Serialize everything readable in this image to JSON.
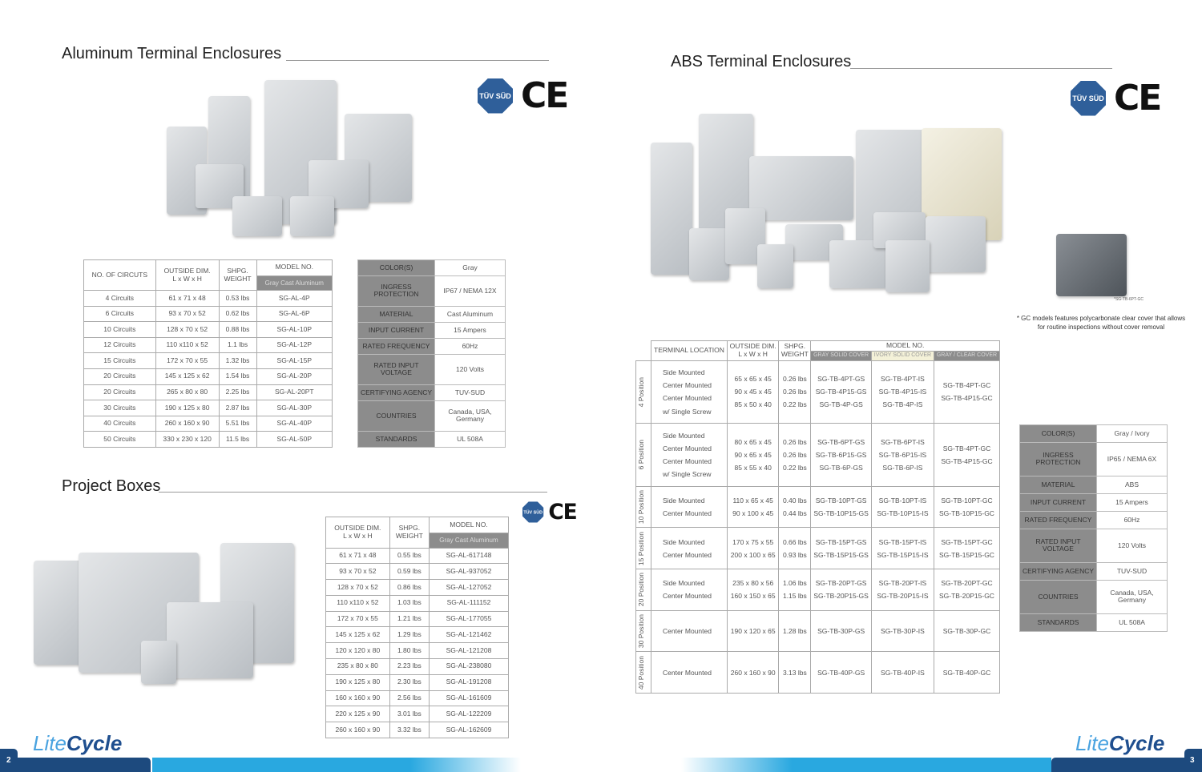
{
  "aluminum": {
    "title": "Aluminum Terminal Enclosures",
    "headers": [
      "NO. OF CIRCUTS",
      "OUTSIDE DIM.\nL x W x H",
      "SHPG.\nWEIGHT",
      "MODEL NO."
    ],
    "model_sub": "Gray Cast Aluminum",
    "rows": [
      [
        "4 Circuits",
        "61 x 71 x 48",
        "0.53 lbs",
        "SG-AL-4P"
      ],
      [
        "6 Circuits",
        "93 x 70 x 52",
        "0.62 lbs",
        "SG-AL-6P"
      ],
      [
        "10 Circuits",
        "128 x 70 x 52",
        "0.88 lbs",
        "SG-AL-10P"
      ],
      [
        "12 Circuits",
        "110 x110 x 52",
        "1.1 lbs",
        "SG-AL-12P"
      ],
      [
        "15 Circuits",
        "172 x 70 x 55",
        "1.32 lbs",
        "SG-AL-15P"
      ],
      [
        "20 Circuits",
        "145 x 125 x 62",
        "1.54 lbs",
        "SG-AL-20P"
      ],
      [
        "20 Circuits",
        "265 x 80 x 80",
        "2.25 lbs",
        "SG-AL-20PT"
      ],
      [
        "30 Circuits",
        "190 x 125 x 80",
        "2.87 lbs",
        "SG-AL-30P"
      ],
      [
        "40 Circuits",
        "260 x 160 x 90",
        "5.51 lbs",
        "SG-AL-40P"
      ],
      [
        "50 Circuits",
        "330 x 230 x 120",
        "11.5 lbs",
        "SG-AL-50P"
      ]
    ],
    "specs": [
      [
        "COLOR(S)",
        "Gray"
      ],
      [
        "INGRESS PROTECTION",
        "IP67 / NEMA 12X"
      ],
      [
        "MATERIAL",
        "Cast Aluminum"
      ],
      [
        "INPUT CURRENT",
        "15 Ampers"
      ],
      [
        "RATED FREQUENCY",
        "60Hz"
      ],
      [
        "RATED INPUT VOLTAGE",
        "120 Volts"
      ],
      [
        "CERTIFYING AGENCY",
        "TUV-SUD"
      ],
      [
        "COUNTRIES",
        "Canada, USA,\nGermany"
      ],
      [
        "STANDARDS",
        "UL 508A"
      ]
    ]
  },
  "project": {
    "title": "Project Boxes",
    "headers": [
      "OUTSIDE DIM.\nL x W x H",
      "SHPG.\nWEIGHT",
      "MODEL NO."
    ],
    "model_sub": "Gray Cast Aluminum",
    "rows": [
      [
        "61 x 71 x 48",
        "0.55 lbs",
        "SG-AL-617148"
      ],
      [
        "93 x 70 x 52",
        "0.59 lbs",
        "SG-AL-937052"
      ],
      [
        "128 x 70 x 52",
        "0.86 lbs",
        "SG-AL-127052"
      ],
      [
        "110 x110 x 52",
        "1.03 lbs",
        "SG-AL-111152"
      ],
      [
        "172 x 70 x 55",
        "1.21 lbs",
        "SG-AL-177055"
      ],
      [
        "145 x 125 x 62",
        "1.29 lbs",
        "SG-AL-121462"
      ],
      [
        "120 x 120 x 80",
        "1.80 lbs",
        "SG-AL-121208"
      ],
      [
        "235 x 80 x 80",
        "2.23 lbs",
        "SG-AL-238080"
      ],
      [
        "190 x 125 x 80",
        "2.30 lbs",
        "SG-AL-191208"
      ],
      [
        "160 x 160 x 90",
        "2.56 lbs",
        "SG-AL-161609"
      ],
      [
        "220 x 125 x 90",
        "3.01 lbs",
        "SG-AL-122209"
      ],
      [
        "260 x 160 x 90",
        "3.32 lbs",
        "SG-AL-162609"
      ]
    ]
  },
  "abs": {
    "title": "ABS Terminal Enclosures",
    "headers": [
      "TERMINAL LOCATION",
      "OUTSIDE DIM.\nL x W x H",
      "SHPG.\nWEIGHT",
      "MODEL NO."
    ],
    "covers": [
      "GRAY SOLID COVER",
      "IVORY SOLID COVER",
      "GRAY / CLEAR COVER"
    ],
    "groups": [
      {
        "label": "4 Position",
        "rows": [
          [
            "Side Mounted",
            "65 x 65 x 45",
            "0.26 lbs",
            "SG-TB-4PT-GS",
            "SG-TB-4PT-IS",
            "SG-TB-4PT-GC"
          ],
          [
            "Center Mounted",
            "90 x 45 x 45",
            "0.26 lbs",
            "SG-TB-4P15-GS",
            "SG-TB-4P15-IS",
            "SG-TB-4P15-GC"
          ],
          [
            "Center Mounted\nw/ Single Screw",
            "85 x 50 x 40",
            "0.22 lbs",
            "SG-TB-4P-GS",
            "SG-TB-4P-IS",
            ""
          ]
        ]
      },
      {
        "label": "6 Position",
        "rows": [
          [
            "Side Mounted",
            "80 x 65 x 45",
            "0.26 lbs",
            "SG-TB-6PT-GS",
            "SG-TB-6PT-IS",
            "SG-TB-4PT-GC"
          ],
          [
            "Center Mounted",
            "90 x 65 x 45",
            "0.26 lbs",
            "SG-TB-6P15-GS",
            "SG-TB-6P15-IS",
            "SG-TB-4P15-GC"
          ],
          [
            "Center Mounted\nw/ Single Screw",
            "85 x 55 x 40",
            "0.22 lbs",
            "SG-TB-6P-GS",
            "SG-TB-6P-IS",
            ""
          ]
        ]
      },
      {
        "label": "10 Position",
        "rows": [
          [
            "Side Mounted",
            "110 x 65 x 45",
            "0.40 lbs",
            "SG-TB-10PT-GS",
            "SG-TB-10PT-IS",
            "SG-TB-10PT-GC"
          ],
          [
            "Center Mounted",
            "90 x 100 x 45",
            "0.44 lbs",
            "SG-TB-10P15-GS",
            "SG-TB-10P15-IS",
            "SG-TB-10P15-GC"
          ]
        ]
      },
      {
        "label": "15 Position",
        "rows": [
          [
            "Side Mounted",
            "170 x 75 x 55",
            "0.66 lbs",
            "SG-TB-15PT-GS",
            "SG-TB-15PT-IS",
            "SG-TB-15PT-GC"
          ],
          [
            "Center Mounted",
            "200 x 100 x 65",
            "0.93 lbs",
            "SG-TB-15P15-GS",
            "SG-TB-15P15-IS",
            "SG-TB-15P15-GC"
          ]
        ]
      },
      {
        "label": "20 Position",
        "rows": [
          [
            "Side Mounted",
            "235 x 80 x 56",
            "1.06 lbs",
            "SG-TB-20PT-GS",
            "SG-TB-20PT-IS",
            "SG-TB-20PT-GC"
          ],
          [
            "Center Mounted",
            "160 x 150 x 65",
            "1.15 lbs",
            "SG-TB-20P15-GS",
            "SG-TB-20P15-IS",
            "SG-TB-20P15-GC"
          ]
        ]
      },
      {
        "label": "30 Position",
        "rows": [
          [
            "Center Mounted",
            "190 x 120 x 65",
            "1.28 lbs",
            "SG-TB-30P-GS",
            "SG-TB-30P-IS",
            "SG-TB-30P-GC"
          ]
        ]
      },
      {
        "label": "40 Position",
        "rows": [
          [
            "Center Mounted",
            "260 x 160 x 90",
            "3.13 lbs",
            "SG-TB-40P-GS",
            "SG-TB-40P-IS",
            "SG-TB-40P-GC"
          ]
        ]
      }
    ],
    "specs": [
      [
        "COLOR(S)",
        "Gray / Ivory"
      ],
      [
        "INGRESS PROTECTION",
        "IP65 / NEMA 6X"
      ],
      [
        "MATERIAL",
        "ABS"
      ],
      [
        "INPUT CURRENT",
        "15 Ampers"
      ],
      [
        "RATED FREQUENCY",
        "60Hz"
      ],
      [
        "RATED INPUT VOLTAGE",
        "120 Volts"
      ],
      [
        "CERTIFYING AGENCY",
        "TUV-SUD"
      ],
      [
        "COUNTRIES",
        "Canada, USA,\nGermany"
      ],
      [
        "STANDARDS",
        "UL 508A"
      ]
    ],
    "photo_caption": "*SG-TB-6PT-GC",
    "note": "* GC models features polycarbonate clear cover that allows for routine inspections without cover removal"
  },
  "cert": {
    "tuv": "TÜV SÜD",
    "ce": "CE"
  },
  "brand": {
    "part1": "Lite",
    "part2": "Cycle"
  },
  "pages": {
    "left": "2",
    "right": "3"
  },
  "colors": {
    "dark_blue": "#1d4a7e",
    "light_blue": "#29a8e0",
    "header_gray": "#8c8c8c",
    "ivory": "#f4f1d8"
  }
}
